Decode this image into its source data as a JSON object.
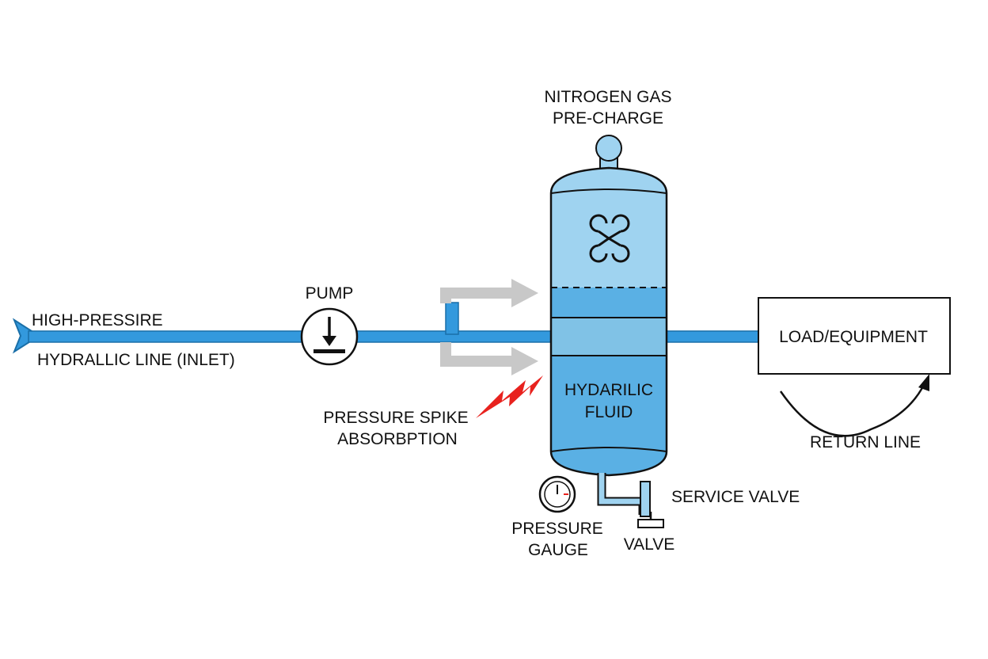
{
  "labels": {
    "nitrogen_line1": "NITROGEN GAS",
    "nitrogen_line2": "PRE-CHARGE",
    "pump": "PUMP",
    "inlet_line1": "HIGH-PRESSIRE",
    "inlet_line2": "HYDRALLIC LINE (INLET)",
    "fluid_line1": "HYDARILIC",
    "fluid_line2": "FLUID",
    "spike_line1": "PRESSURE SPIKE",
    "spike_line2": "ABSORBPTION",
    "load": "LOAD/EQUIPMENT",
    "return_line": "RETURN LINE",
    "service_valve": "SERVICE VALVE",
    "gauge_line1": "PRESSURE",
    "gauge_line2": "GAUGE",
    "valve": "VALVE"
  },
  "colors": {
    "pipe": "#3399dd",
    "gas_region": "#9fd3f0",
    "membrane_region": "#80c2e6",
    "fluid_region": "#5ab0e4",
    "outline": "#111111",
    "flow_arrow": "#c8c8c8",
    "spike": "#e8221e"
  },
  "icons": [
    "pump-icon",
    "gas-molecule-icon",
    "pressure-spike-icon",
    "pressure-gauge-icon",
    "valve-icon",
    "return-arrow-icon"
  ]
}
